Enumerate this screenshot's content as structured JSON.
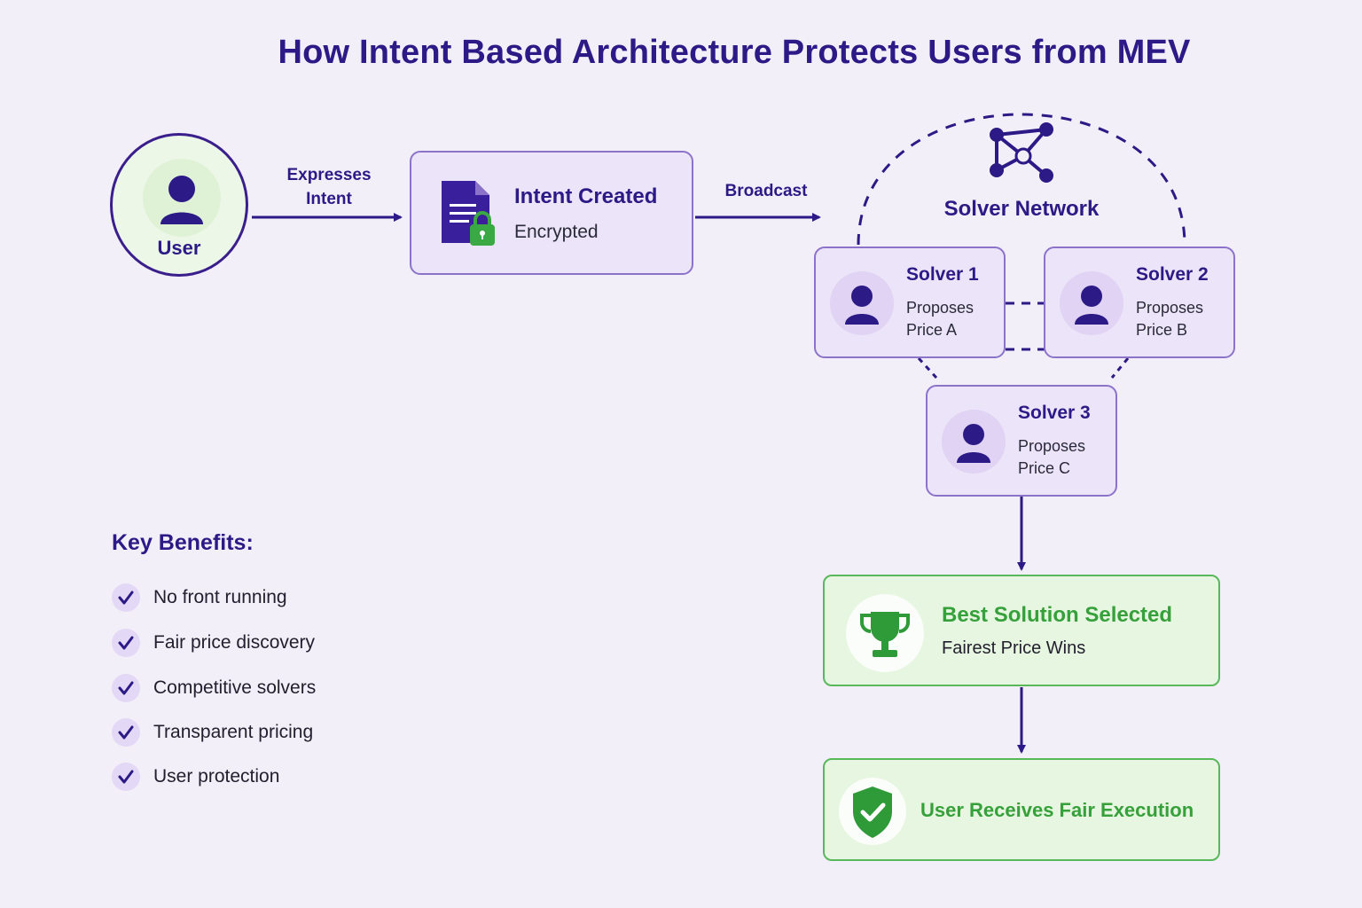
{
  "title": "How Intent Based Architecture Protects Users from MEV",
  "user": {
    "label": "User",
    "icon": "user-icon"
  },
  "arrows": {
    "expresses_intent": "Expresses\nIntent",
    "broadcast": "Broadcast"
  },
  "intent": {
    "title": "Intent Created",
    "subtitle": "Encrypted",
    "icon": "encrypted-document-icon"
  },
  "solver_network": {
    "title": "Solver Network",
    "icon": "network-icon",
    "solvers": [
      {
        "title": "Solver 1",
        "text": "Proposes Price A"
      },
      {
        "title": "Solver 2",
        "text": "Proposes Price B"
      },
      {
        "title": "Solver 3",
        "text": "Proposes Price C"
      }
    ]
  },
  "benefits": {
    "title": "Key Benefits:",
    "items": [
      "No front running",
      "Fair price discovery",
      "Competitive solvers",
      "Transparent pricing",
      "User protection"
    ]
  },
  "best_solution": {
    "title": "Best Solution Selected",
    "subtitle": "Fairest Price Wins",
    "icon": "trophy-icon"
  },
  "execution": {
    "title": "User Receives Fair Execution",
    "icon": "shield-check-icon"
  },
  "colors": {
    "primary": "#2c1a86",
    "accent": "#8b73c9",
    "success": "#36a03a",
    "background": "#f3eff9"
  }
}
